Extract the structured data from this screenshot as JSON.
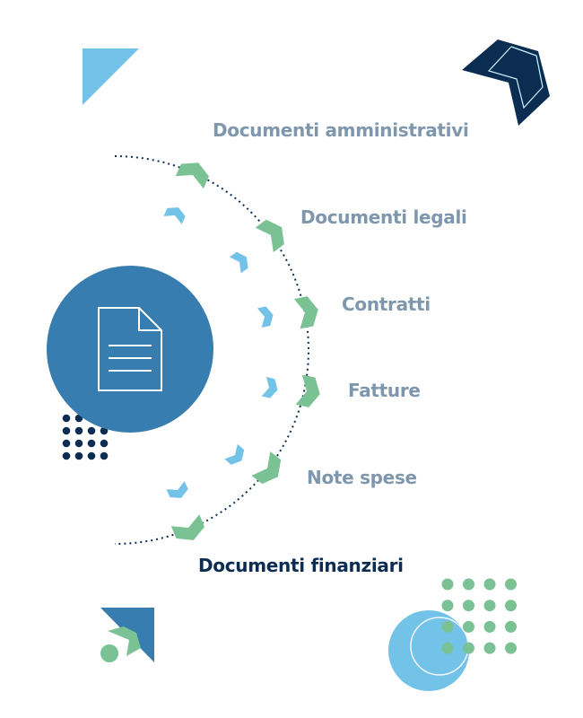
{
  "colors": {
    "primary": "#377db0",
    "navy": "#0b2d52",
    "green": "#7ac194",
    "light_blue": "#73c3e8",
    "label": "#7f97ad"
  },
  "center_icon": "document-icon",
  "items": [
    {
      "label": "Documenti amministrativi",
      "active": false
    },
    {
      "label": "Documenti legali",
      "active": false
    },
    {
      "label": "Contratti",
      "active": false
    },
    {
      "label": "Fatture",
      "active": false
    },
    {
      "label": "Note spese",
      "active": false
    },
    {
      "label": "Documenti finanziari",
      "active": true
    }
  ]
}
